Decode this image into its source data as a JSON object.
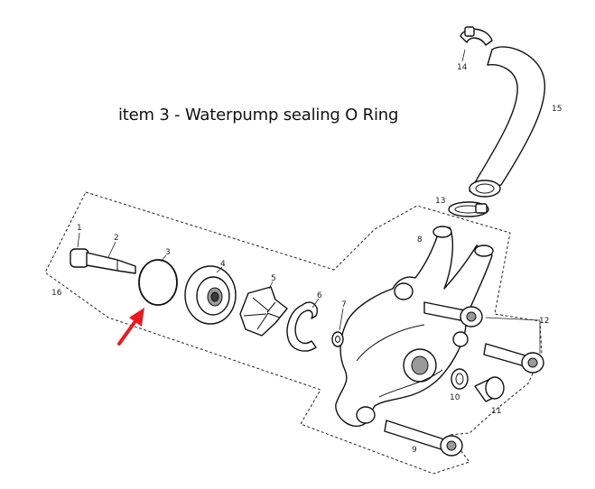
{
  "caption": "item 3 - Waterpump sealing O Ring",
  "callouts": {
    "n1": "1",
    "n2": "2",
    "n3": "3",
    "n4": "4",
    "n5": "5",
    "n6": "6",
    "n7": "7",
    "n8": "8",
    "n9": "9",
    "n10": "10",
    "n11": "11",
    "n12": "12",
    "n13": "13",
    "n14": "14",
    "n15": "15",
    "n16": "16"
  },
  "colors": {
    "arrow": "#e8191f",
    "line": "#111111"
  },
  "highlight": {
    "item": "3",
    "marker": "red-arrow"
  }
}
